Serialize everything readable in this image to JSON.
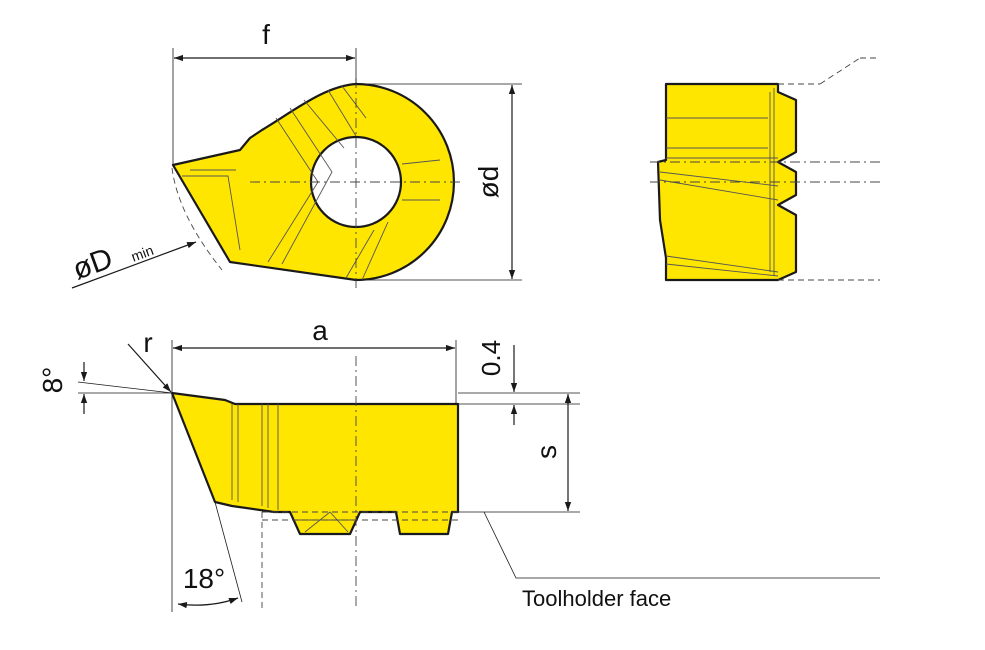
{
  "labels": {
    "f": "f",
    "od": "ød",
    "oD": "øD",
    "min": "min",
    "a": "a",
    "r": "r",
    "deg8": "8°",
    "dim04": "0.4",
    "s": "s",
    "deg18": "18°",
    "toolholder": "Toolholder face"
  },
  "colors": {
    "insert": "#ffe600",
    "outline": "#1a1a1a"
  }
}
